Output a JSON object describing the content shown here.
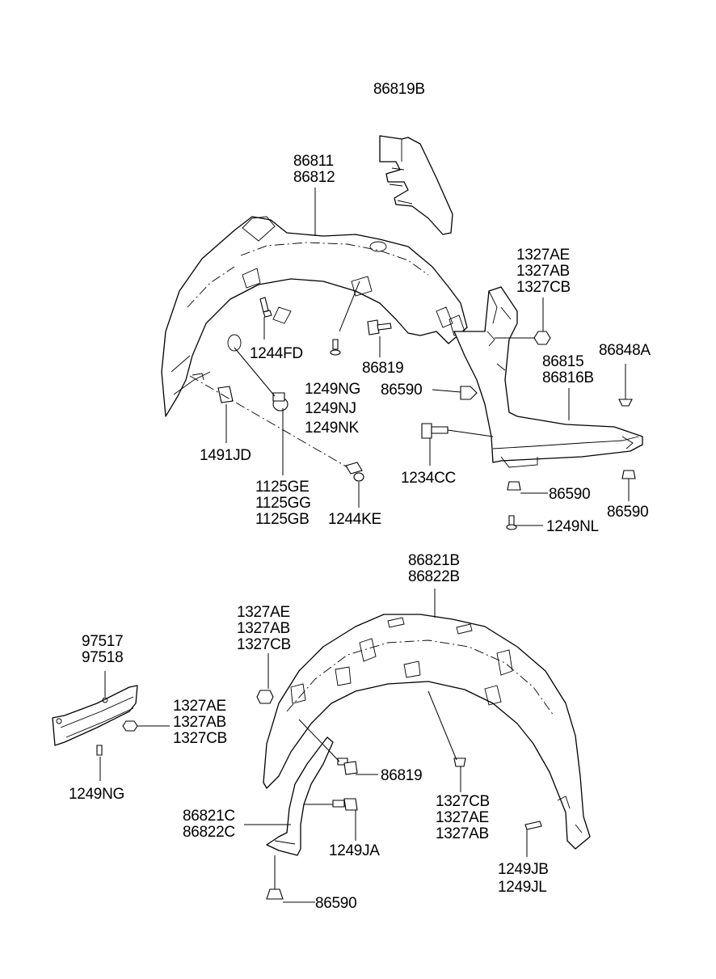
{
  "part_numbers": {
    "cover_86819b": "86819B",
    "guard_front": [
      "86811",
      "86812"
    ],
    "nut_group_upper": [
      "1327AE",
      "1327AB",
      "1327CB"
    ],
    "clip_86848a": "86848A",
    "guard_side": [
      "86815",
      "86816B"
    ],
    "screw_1244fd": "1244FD",
    "bolt_86819_upper": "86819",
    "screw_group_1249": [
      "1249NG",
      "1249NJ",
      "1249NK"
    ],
    "clip_86590_side": "86590",
    "bolt_1234cc": "1234CC",
    "clip_86590_lower_a": "86590",
    "clip_86590_lower_b": "86590",
    "screw_1249nl": "1249NL",
    "nut_1491jd": "1491JD",
    "bolt_group_1125": [
      "1125GE",
      "1125GG",
      "1125GB"
    ],
    "screw_1244ke": "1244KE",
    "guard_rear": [
      "86821B",
      "86822B"
    ],
    "nut_group_rear_top": [
      "1327AE",
      "1327AB",
      "1327CB"
    ],
    "bracket_97517": [
      "97517",
      "97518"
    ],
    "nut_group_bracket": [
      "1327AE",
      "1327AB",
      "1327CB"
    ],
    "screw_1249ng_lower": "1249NG",
    "bolt_86819_lower": "86819",
    "nut_group_rear_bottom": [
      "1327CB",
      "1327AE",
      "1327AB"
    ],
    "flap_rear": [
      "86821C",
      "86822C"
    ],
    "bolt_1249ja": "1249JA",
    "bolt_group_1249jb": [
      "1249JB",
      "1249JL"
    ],
    "clip_86590_bottom": "86590"
  }
}
